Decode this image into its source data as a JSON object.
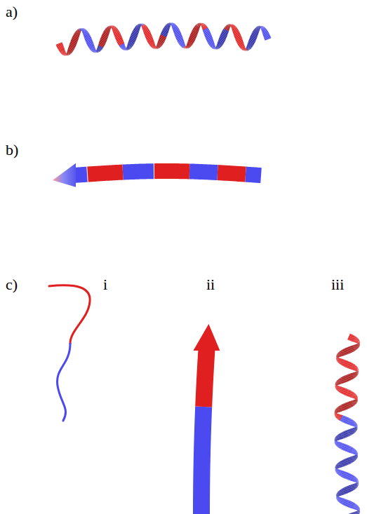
{
  "diagram": {
    "labels": [
      "a)",
      "b)",
      "c)",
      "i",
      "ii",
      "iii"
    ]
  }
}
